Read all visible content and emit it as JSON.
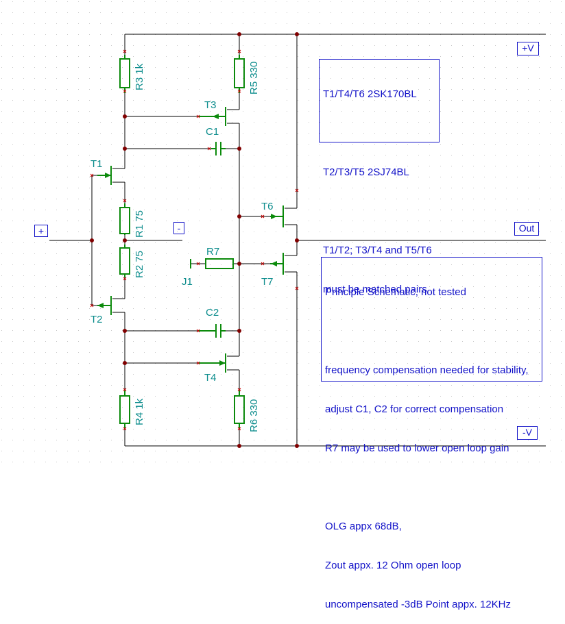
{
  "colors": {
    "wire": "#000000",
    "component": "#0b8a0b",
    "label": "#0b8c8c",
    "note": "#1212c8",
    "junction": "#800000",
    "pin_mark": "#c80000",
    "grid": "#c8c8c8"
  },
  "ports": {
    "vplus": "+V",
    "vminus": "-V",
    "out": "Out",
    "in_plus": "+",
    "in_minus": "-"
  },
  "components": {
    "r1": "R1 75",
    "r2": "R2 75",
    "r3": "R3 1k",
    "r4": "R4 1k",
    "r5": "R5 330",
    "r6": "R6 330",
    "r7": "R7",
    "c1": "C1",
    "c2": "C2",
    "t1": "T1",
    "t2": "T2",
    "t3": "T3",
    "t4": "T4",
    "t6": "T6",
    "t7": "T7",
    "j1": "J1"
  },
  "note_parts": {
    "lines": [
      "T1/T4/T6 2SK170BL",
      "",
      "T2/T3/T5 2SJ74BL",
      "",
      "T1/T2; T3/T4 and T5/T6",
      "must be matched pairs"
    ]
  },
  "note_info": {
    "lines": [
      "Principle Schematic, not tested",
      "",
      "frequency compensation needed for stability,",
      "adjust C1, C2 for correct compensation",
      "R7 may be used to lower open loop gain",
      "",
      "OLG appx 68dB,",
      "Zout appx. 12 Ohm open loop",
      "uncompensated -3dB Point appx. 12KHz"
    ]
  }
}
